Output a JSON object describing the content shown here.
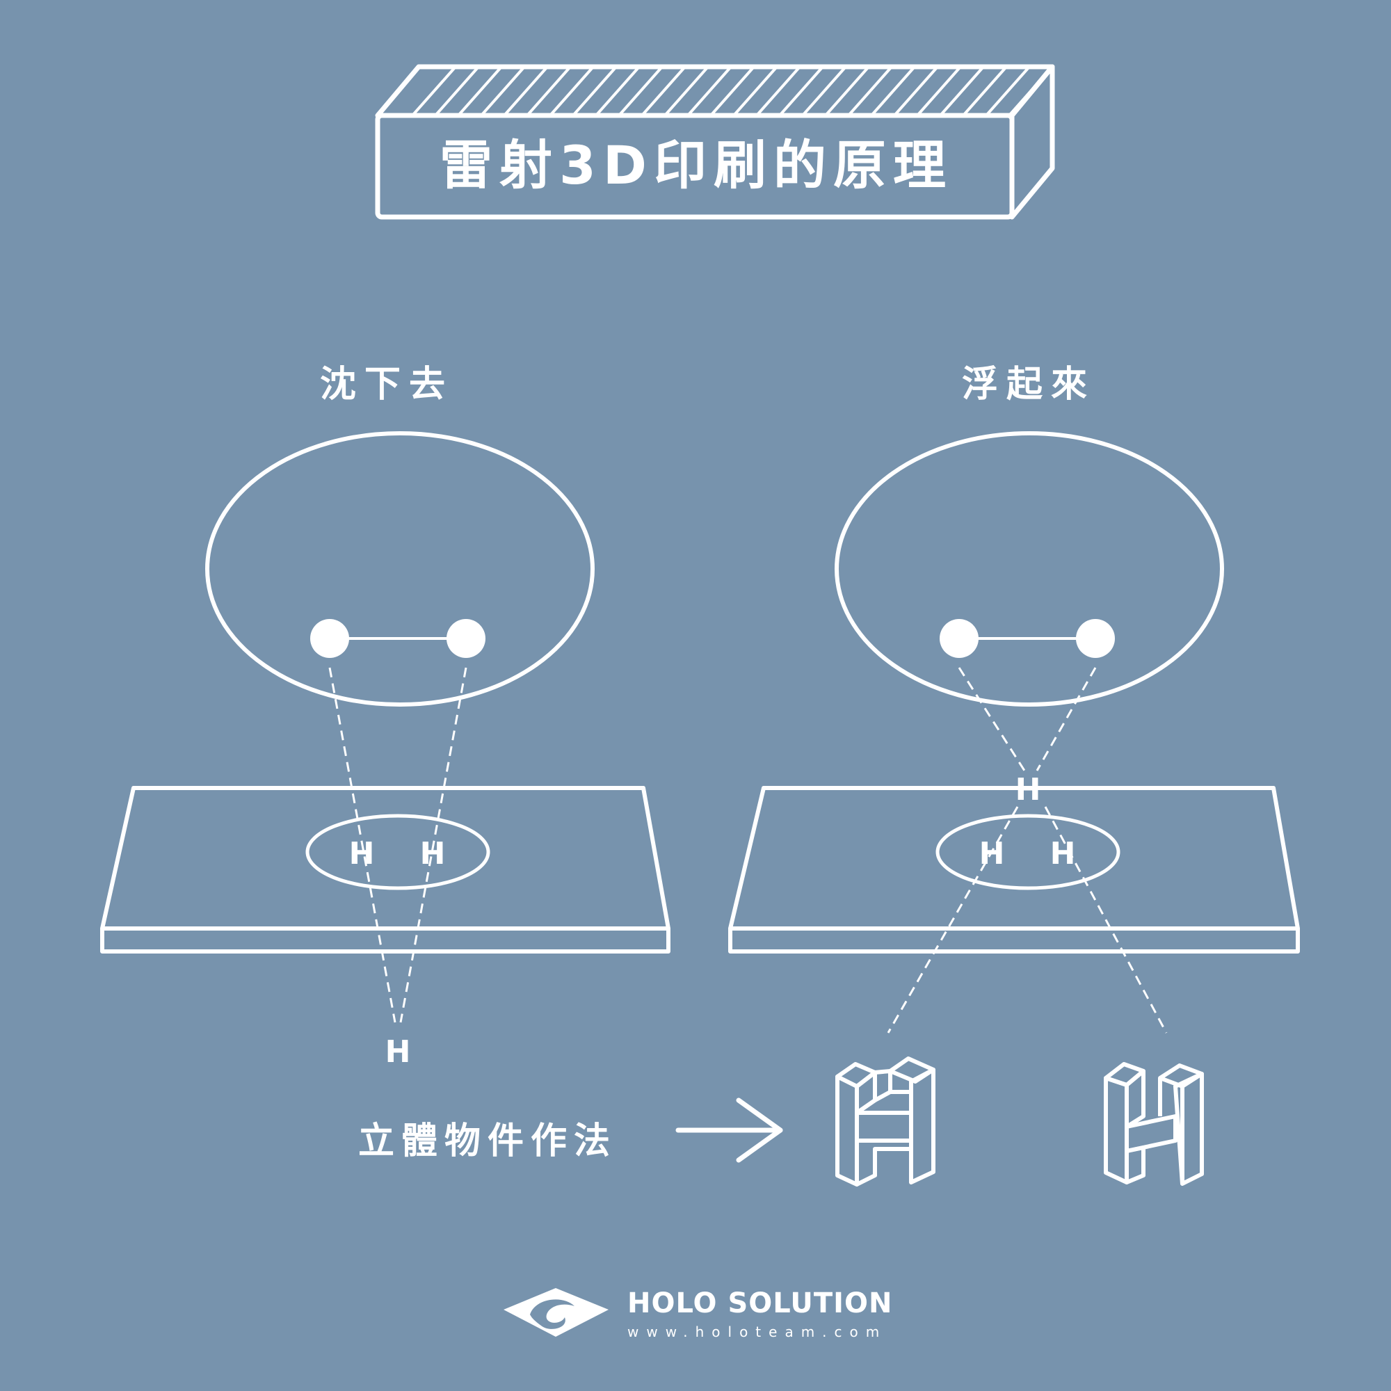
{
  "title": "雷射3D印刷的原理",
  "panels": {
    "sink": {
      "label": "沈下去",
      "h_labels": [
        "H",
        "H"
      ],
      "result_label": "H"
    },
    "float": {
      "label": "浮起來",
      "h_labels": [
        "H",
        "H"
      ],
      "result_label": "H"
    }
  },
  "method": {
    "caption": "立體物件作法"
  },
  "brand": {
    "name": "HOLO SOLUTION",
    "url": "www.holoteam.com"
  },
  "colors": {
    "background": "#7793ad",
    "line": "#ffffff"
  },
  "icons": [
    "arrow-right-icon",
    "holo-logo-icon",
    "block-letter-h-icon"
  ]
}
